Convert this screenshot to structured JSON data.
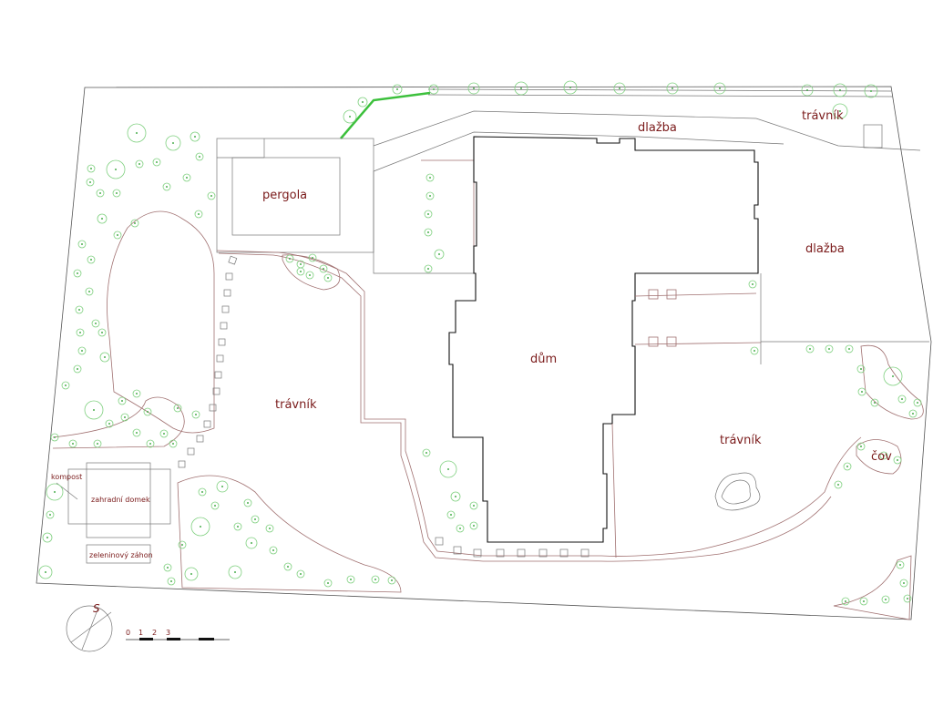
{
  "plan": {
    "labels": {
      "travnik_top": "trávník",
      "dlazba_top": "dlažba",
      "dlazba_right": "dlažba",
      "pergola": "pergola",
      "dum": "dům",
      "travnik_left": "trávník",
      "travnik_right": "trávník",
      "cov": "čov",
      "kompost": "kompost",
      "zahradni_domek": "zahradní domek",
      "zeleninovy_zahon": "zeleninový záhon"
    },
    "compass": {
      "label": "S"
    },
    "scale": {
      "ticks": [
        "0",
        "1",
        "2",
        "3"
      ]
    }
  }
}
